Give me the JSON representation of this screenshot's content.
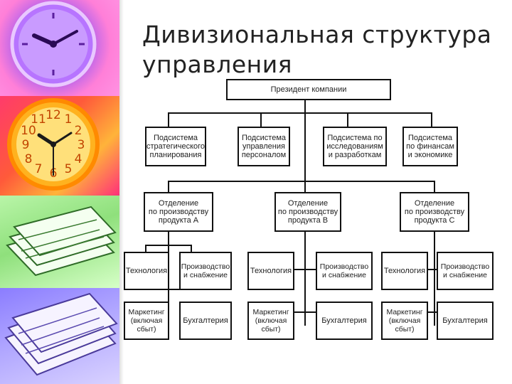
{
  "title": {
    "line1": "Дивизиональная структура",
    "line2": "управления"
  },
  "chart": {
    "president": "Президент компании",
    "subsystems": [
      "Подсистема\nстратегического\nпланирования",
      "Подсистема\nуправления\nперсоналом",
      "Подсистема по\nисследованиям\nи разработкам",
      "Подсистема\nпо финансам\nи экономике"
    ],
    "divisions": [
      {
        "name": "Отделение\nпо производству\nпродукта А",
        "units": [
          "Технология",
          "Производство\nи снабжение",
          "Маркетинг\n(включая\nсбыт)",
          "Бухгалтерия"
        ]
      },
      {
        "name": "Отделение\nпо производству\nпродукта В",
        "units": [
          "Технология",
          "Производство\nи снабжение",
          "Маркетинг\n(включая\nсбыт)",
          "Бухгалтерия"
        ]
      },
      {
        "name": "Отделение\nпо производству\nпродукта С",
        "units": [
          "Технология",
          "Производство\nи снабжение",
          "Маркетинг\n(включая\nсбыт)",
          "Бухгалтерия"
        ]
      }
    ]
  },
  "images": {
    "tiles": [
      "clock-purple",
      "clock-orange",
      "papers-green",
      "papers-violet"
    ]
  }
}
